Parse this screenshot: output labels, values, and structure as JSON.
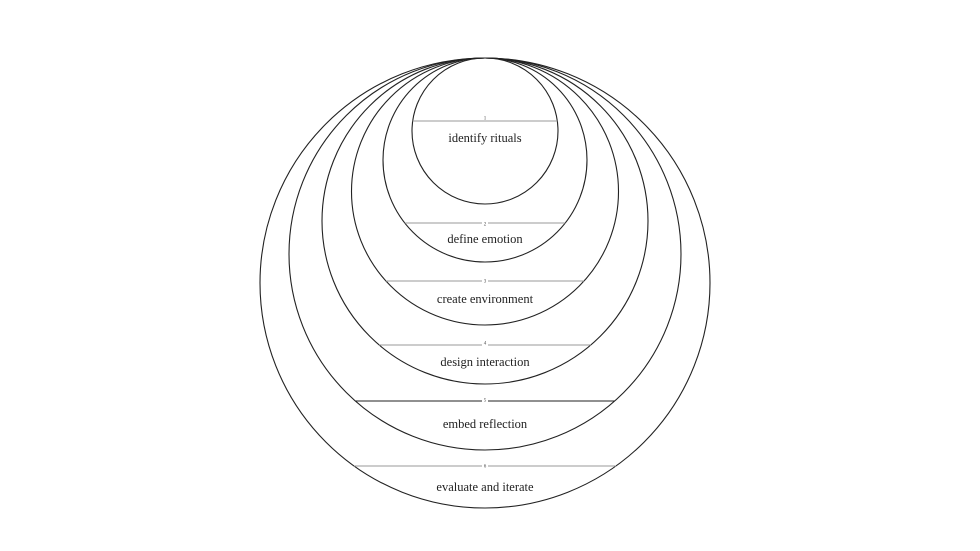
{
  "diagram": {
    "stages": [
      {
        "number": "1",
        "label": "identify rituals"
      },
      {
        "number": "2",
        "label": "define emotion"
      },
      {
        "number": "3",
        "label": "create environment"
      },
      {
        "number": "4",
        "label": "design interaction"
      },
      {
        "number": "5",
        "label": "embed reflection"
      },
      {
        "number": "6",
        "label": "evaluate and iterate"
      }
    ],
    "colors": {
      "stroke": "#222222",
      "divider": "#9a9a9a",
      "background": "#ffffff"
    }
  }
}
